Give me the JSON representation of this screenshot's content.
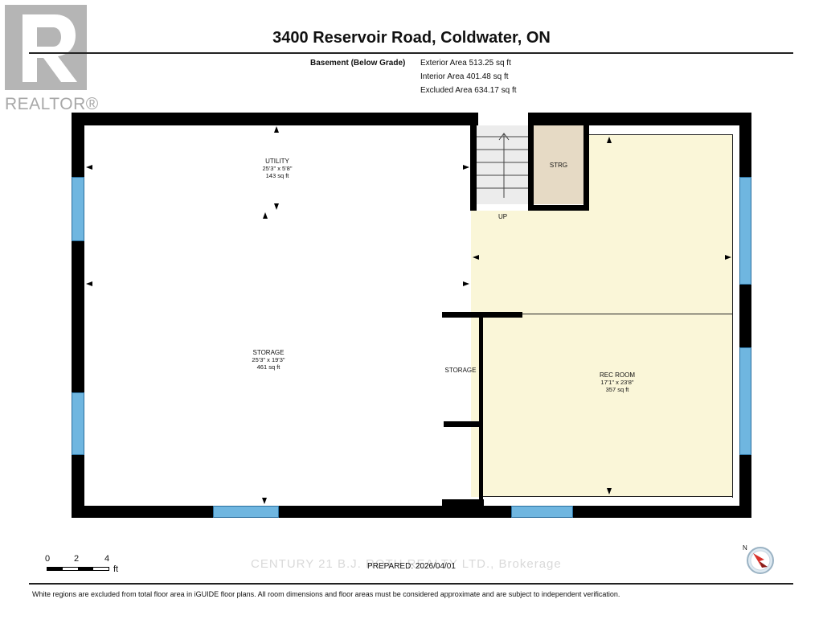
{
  "logo": {
    "word": "REALTOR®"
  },
  "title": "3400 Reservoir Road, Coldwater, ON",
  "area": {
    "level": "Basement (Below Grade)",
    "exterior": "Exterior Area 513.25 sq ft",
    "interior": "Interior Area 401.48 sq ft",
    "excluded": "Excluded Area 634.17 sq ft"
  },
  "rooms": {
    "utility": {
      "name": "UTILITY",
      "dims": "25'3\" x 5'8\"",
      "area": "143 sq ft"
    },
    "storage_main": {
      "name": "STORAGE",
      "dims": "25'3\" x 19'3\"",
      "area": "461 sq ft"
    },
    "storage_small": {
      "name": "STORAGE"
    },
    "strg": {
      "name": "STRG"
    },
    "rec_room": {
      "name": "REC ROOM",
      "dims": "17'1\" x 23'8\"",
      "area": "357 sq ft"
    },
    "stairs_label": "UP"
  },
  "scale": {
    "ticks": [
      "0",
      "2",
      "4"
    ],
    "unit": "ft"
  },
  "compass": {
    "label": "N"
  },
  "prepared": "PREPARED: 2026/04/01",
  "watermark": "CENTURY 21 B.J. ROTH REALTY LTD., Brokerage",
  "footer": "White regions are excluded from total floor area in iGUIDE floor plans. All room dimensions and floor areas must be considered approximate and are subject to independent verification.",
  "colors": {
    "rec_room_fill": "#faf6d8",
    "strg_fill": "#e6dac5",
    "window": "#6fb6e0",
    "wall": "#000000"
  }
}
